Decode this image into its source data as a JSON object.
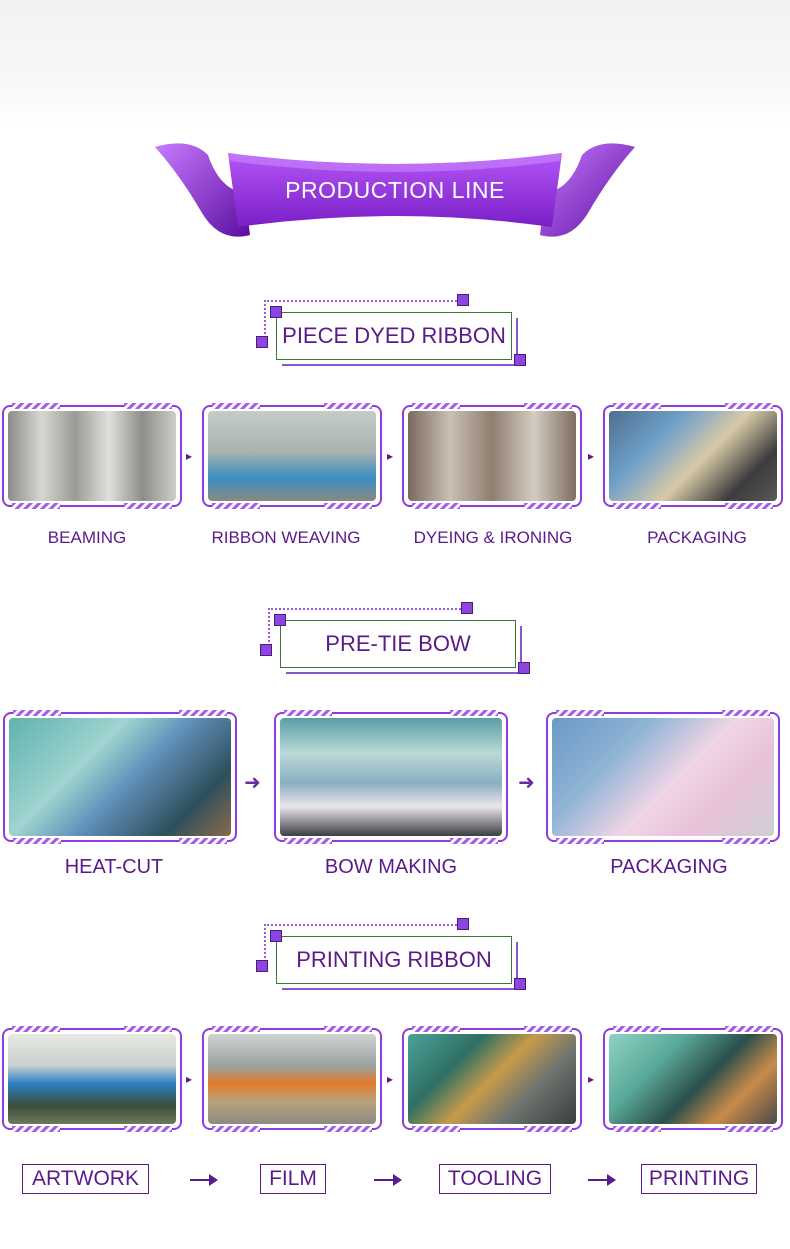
{
  "banner": {
    "title": "PRODUCTION LINE"
  },
  "sections": [
    {
      "title": "PIECE DYED RIBBON",
      "steps": [
        "BEAMING",
        "RIBBON WEAVING",
        "DYEING & IRONING",
        "PACKAGING"
      ]
    },
    {
      "title": "PRE-TIE BOW",
      "steps": [
        "HEAT-CUT",
        "BOW MAKING",
        "PACKAGING"
      ]
    },
    {
      "title": "PRINTING RIBBON",
      "steps": [
        "ARTWORK",
        "FILM",
        "TOOLING",
        "PRINTING"
      ]
    }
  ],
  "colors": {
    "accent": "#8f3be0",
    "text": "#5a1a8c",
    "frame_green": "#3b7a3a"
  }
}
